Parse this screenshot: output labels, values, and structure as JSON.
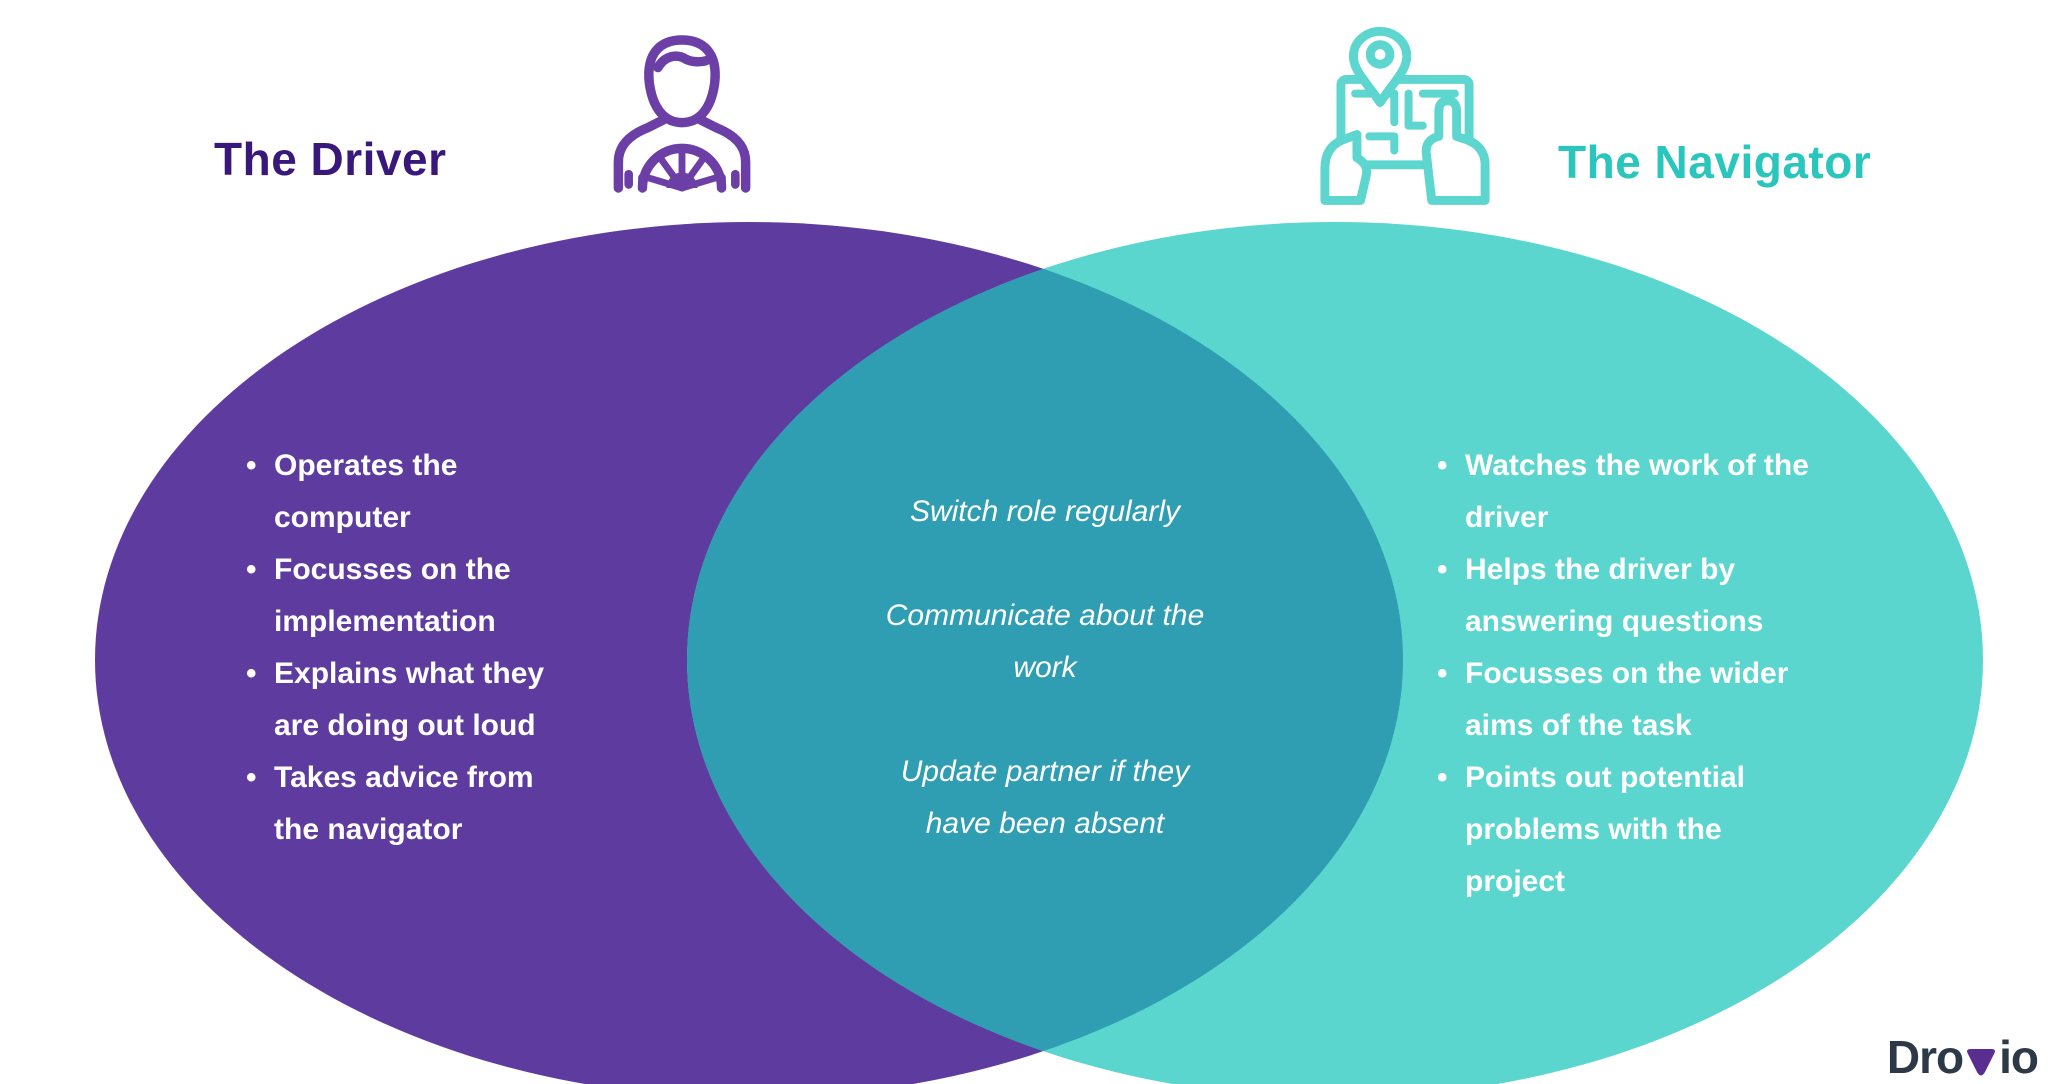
{
  "diagram": {
    "type": "venn",
    "left": {
      "title": "The Driver",
      "items": [
        "Operates the\ncomputer",
        "Focusses on the\nimplementation",
        "Explains what they\nare doing out loud",
        "Takes advice from\nthe navigator"
      ]
    },
    "center": {
      "items": [
        "Switch role regularly",
        "Communicate about the\nwork",
        "Update partner if they\nhave been absent"
      ]
    },
    "right": {
      "title": "The Navigator",
      "items": [
        "Watches the work of the\ndriver",
        "Helps the driver by\nanswering questions",
        "Focusses on the wider\naims of the task",
        "Points out potential\nproblems with the\nproject"
      ]
    }
  },
  "icons": {
    "driver": "person-with-steering-wheel-icon",
    "navigator": "hands-holding-map-with-pin-icon"
  },
  "logo": {
    "full": "Drovio",
    "prefix": "Dro",
    "suffix": "io"
  },
  "colors": {
    "driver_circle": "#5E3C9F",
    "navigator_circle": "#5BD6CE",
    "overlap": "#2F9DB2",
    "driver_title": "#38197B",
    "navigator_title": "#2AC5BD",
    "driver_icon": "#6C3FA7",
    "navigator_icon": "#5CD6CE",
    "text_on_circles": "#FFFFFF",
    "logo_text": "#2E3947",
    "logo_accent": "#5A2D90"
  }
}
